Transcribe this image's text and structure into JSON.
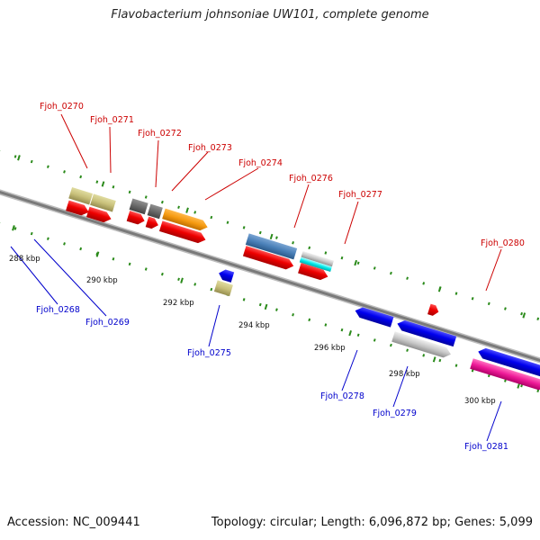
{
  "title": "Flavobacterium johnsoniae UW101, complete genome",
  "accession": "Accession: NC_009441",
  "topology": "Topology: circular; Length: 6,096,872 bp; Genes: 5,099",
  "ticks": [
    "288 kbp",
    "290 kbp",
    "292 kbp",
    "294 kbp",
    "296 kbp",
    "298 kbp",
    "300 kbp"
  ],
  "labels_forward": [
    "Fjoh_0270",
    "Fjoh_0271",
    "Fjoh_0272",
    "Fjoh_0273",
    "Fjoh_0274",
    "Fjoh_0276",
    "Fjoh_0277",
    "Fjoh_0280"
  ],
  "labels_reverse": [
    "Fjoh_0268",
    "Fjoh_0269",
    "Fjoh_0275",
    "Fjoh_0278",
    "Fjoh_0279",
    "Fjoh_0281"
  ],
  "colors": {
    "forward_label": "#cc0000",
    "reverse_label": "#0000cc",
    "backbone": "#7a7a7a",
    "dots": "#2a8a1a"
  }
}
